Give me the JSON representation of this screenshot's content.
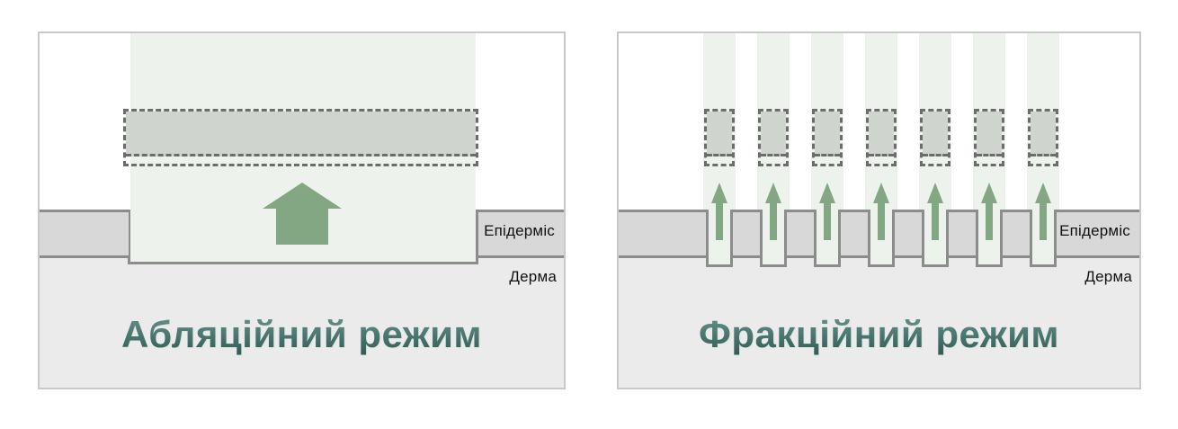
{
  "colors": {
    "panel-border": "#c9c9c9",
    "beam": "#edf2ed",
    "epidermis": "#d8d8d8",
    "dermis": "#ebebeb",
    "skin-border": "#8c8c8c",
    "dashed-border": "#6c6c6c",
    "dashed-fill": "#cfd4cf",
    "arrow": "#84a783",
    "title-top": "#6a958d",
    "title-bottom": "#2e5a54",
    "label": "#111111"
  },
  "panels": [
    {
      "title": "Абляційний режим",
      "epidermis_label": "Епідерміс",
      "dermis_label": "Дерма"
    },
    {
      "title": "Фракційний режим",
      "epidermis_label": "Епідерміс",
      "dermis_label": "Дерма"
    }
  ]
}
